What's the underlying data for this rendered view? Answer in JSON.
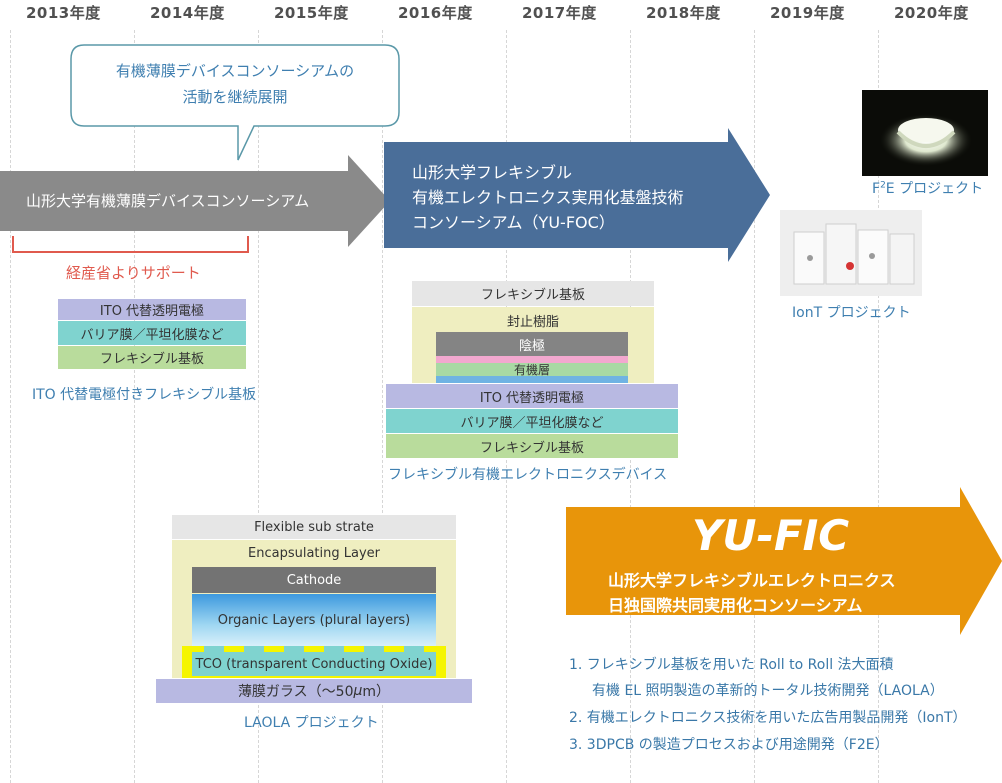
{
  "years": [
    "2013年度",
    "2014年度",
    "2015年度",
    "2016年度",
    "2017年度",
    "2018年度",
    "2019年度",
    "2020年度"
  ],
  "callout": {
    "line1": "有機薄膜デバイスコンソーシアムの",
    "line2": "活動を継続展開"
  },
  "arrow1": {
    "label": "山形大学有機薄膜デバイスコンソーシアム",
    "color": "#8a8a8a"
  },
  "support": {
    "label": "経産省よりサポート",
    "color": "#e05a4e"
  },
  "stack1": {
    "layers": [
      "ITO 代替透明電極",
      "バリア膜／平坦化膜など",
      "フレキシブル基板"
    ],
    "caption": "ITO 代替電極付きフレキシブル基板"
  },
  "arrow2": {
    "line1": "山形大学フレキシブル",
    "line2": "有機エレクトロニクス実用化基盤技術",
    "line3": "コンソーシアム（YU-FOC）",
    "color": "#4a6e99"
  },
  "stack2": {
    "top": "フレキシブル基板",
    "sealant": "封止樹脂",
    "cathode": "陰極",
    "organic": "有機層",
    "ito": "ITO 代替透明電極",
    "barrier": "バリア膜／平坦化膜など",
    "substrate": "フレキシブル基板",
    "caption": "フレキシブル有機エレクトロニクスデバイス"
  },
  "f2e": {
    "prefix": "F",
    "sup": "2",
    "suffix": "E プロジェクト"
  },
  "iont": {
    "caption": "IonT プロジェクト"
  },
  "stack3": {
    "flexible": "Flexible sub strate",
    "encap": "Encapsulating Layer",
    "cathode": "Cathode",
    "organic": "Organic Layers (plural layers)",
    "tco": "TCO (transparent Conducting Oxide)",
    "glass": "薄膜ガラス（〜50",
    "glass_mu": "μ",
    "glass_end": "m）",
    "caption": "LAOLA プロジェクト"
  },
  "arrow3": {
    "title": "YU-FIC",
    "line1": "山形大学フレキシブルエレクトロニクス",
    "line2": "日独国際共同実用化コンソーシアム",
    "color": "#e8950a"
  },
  "list": [
    "1. フレキシブル基板を用いた Roll to Roll 法大面積",
    "有機 EL 照明製造の革新的トータル技術開発（LAOLA）",
    "2. 有機エレクトロニクス技術を用いた広告用製品開発（IonT）",
    "3. 3DPCB の製造プロセスおよび用途開発（F2E）"
  ]
}
